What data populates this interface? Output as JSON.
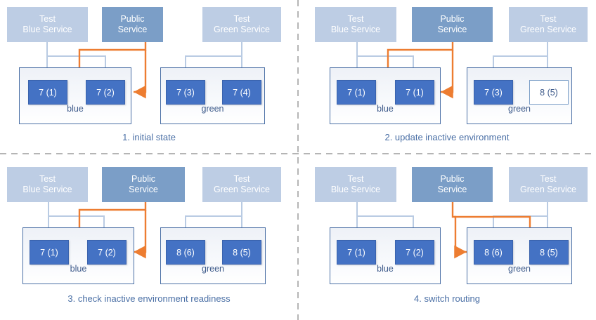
{
  "diagram": {
    "title": "blue-green deployment sequence",
    "colors": {
      "service_light": "#bdcde4",
      "service_public": "#7b9ec7",
      "instance_active": "#4472c4",
      "instance_pending_border": "#7b9ec7",
      "env_border": "#4a6fa5",
      "routing_public": "#ed7d31",
      "routing_test": "#bdcde4",
      "caption_text": "#4a6fa5",
      "divider": "#b0b0b0"
    },
    "common": {
      "test_blue_service": "Test\nBlue Service",
      "test_blue_line1": "Test",
      "test_blue_line2": "Blue Service",
      "public_service_line1": "Public",
      "public_service_line2": "Service",
      "test_green_line1": "Test",
      "test_green_line2": "Green Service",
      "env_blue_label": "blue",
      "env_green_label": "green"
    },
    "panels": [
      {
        "id": "panel-1",
        "caption": "1. initial state",
        "services": {
          "test_blue": {
            "l1": "Test",
            "l2": "Blue Service"
          },
          "public": {
            "l1": "Public",
            "l2": "Service"
          },
          "test_green": {
            "l1": "Test",
            "l2": "Green Service"
          }
        },
        "environments": [
          {
            "name": "blue",
            "label": "blue",
            "active": true,
            "instances": [
              {
                "label": "7 (1)",
                "state": "running"
              },
              {
                "label": "7 (2)",
                "state": "running"
              }
            ]
          },
          {
            "name": "green",
            "label": "green",
            "active": false,
            "instances": [
              {
                "label": "7 (3)",
                "state": "running"
              },
              {
                "label": "7 (4)",
                "state": "running"
              }
            ]
          }
        ],
        "public_routes_to": "blue",
        "test_blue_routes_to": "blue",
        "test_green_routes_to": "green"
      },
      {
        "id": "panel-2",
        "caption": "2. update inactive environment",
        "services": {
          "test_blue": {
            "l1": "Test",
            "l2": "Blue Service"
          },
          "public": {
            "l1": "Public",
            "l2": "Service"
          },
          "test_green": {
            "l1": "Test",
            "l2": "Green Service"
          }
        },
        "environments": [
          {
            "name": "blue",
            "label": "blue",
            "active": true,
            "instances": [
              {
                "label": "7 (1)",
                "state": "running"
              },
              {
                "label": "7 (1)",
                "state": "running"
              }
            ]
          },
          {
            "name": "green",
            "label": "green",
            "active": false,
            "instances": [
              {
                "label": "7 (3)",
                "state": "running"
              },
              {
                "label": "8 (5)",
                "state": "pending"
              }
            ]
          }
        ],
        "public_routes_to": "blue",
        "test_blue_routes_to": "blue",
        "test_green_routes_to": "green"
      },
      {
        "id": "panel-3",
        "caption": "3. check inactive environment readiness",
        "services": {
          "test_blue": {
            "l1": "Test",
            "l2": "Blue Service"
          },
          "public": {
            "l1": "Public",
            "l2": "Service"
          },
          "test_green": {
            "l1": "Test",
            "l2": "Green Service"
          }
        },
        "environments": [
          {
            "name": "blue",
            "label": "blue",
            "active": true,
            "instances": [
              {
                "label": "7 (1)",
                "state": "running"
              },
              {
                "label": "7 (2)",
                "state": "running"
              }
            ]
          },
          {
            "name": "green",
            "label": "green",
            "active": false,
            "instances": [
              {
                "label": "8 (6)",
                "state": "running"
              },
              {
                "label": "8 (5)",
                "state": "running"
              }
            ]
          }
        ],
        "public_routes_to": "blue",
        "test_blue_routes_to": "blue",
        "test_green_routes_to": "green"
      },
      {
        "id": "panel-4",
        "caption": "4. switch routing",
        "services": {
          "test_blue": {
            "l1": "Test",
            "l2": "Blue Service"
          },
          "public": {
            "l1": "Public",
            "l2": "Service"
          },
          "test_green": {
            "l1": "Test",
            "l2": "Green Service"
          }
        },
        "environments": [
          {
            "name": "blue",
            "label": "blue",
            "active": false,
            "instances": [
              {
                "label": "7 (1)",
                "state": "running"
              },
              {
                "label": "7 (2)",
                "state": "running"
              }
            ]
          },
          {
            "name": "green",
            "label": "green",
            "active": true,
            "instances": [
              {
                "label": "8 (6)",
                "state": "running"
              },
              {
                "label": "8 (5)",
                "state": "running"
              }
            ]
          }
        ],
        "public_routes_to": "green",
        "test_blue_routes_to": "blue",
        "test_green_routes_to": "green"
      }
    ]
  }
}
